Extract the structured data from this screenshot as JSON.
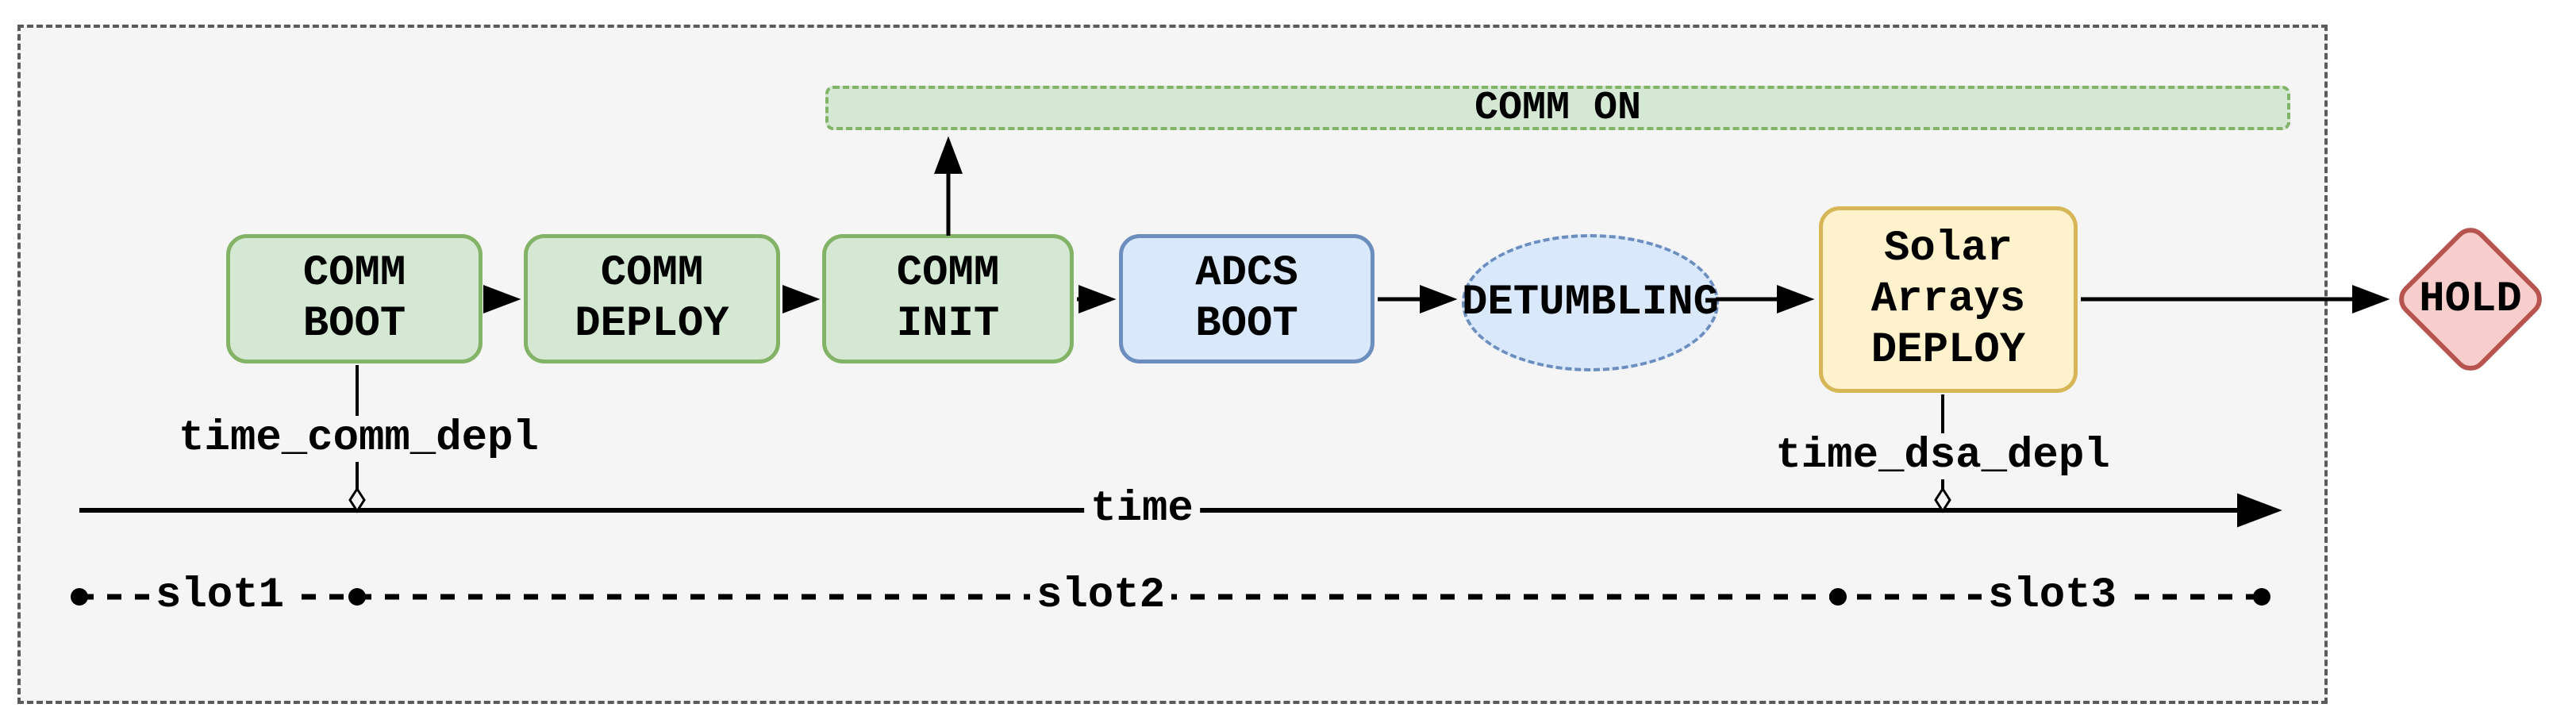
{
  "diagram_title": "satellite boot sequence state diagram",
  "comm_on_bar": {
    "label": "COMM ON"
  },
  "states": {
    "comm_boot": {
      "line1": "COMM",
      "line2": "BOOT"
    },
    "comm_deploy": {
      "line1": "COMM",
      "line2": "DEPLOY"
    },
    "comm_init": {
      "line1": "COMM",
      "line2": "INIT"
    },
    "adcs_boot": {
      "line1": "ADCS",
      "line2": "BOOT"
    },
    "detumbling": {
      "label": "DETUMBLING"
    },
    "solar_arrays_deploy": {
      "line1": "Solar",
      "line2": "Arrays",
      "line3": "DEPLOY"
    },
    "hold": {
      "label": "HOLD"
    }
  },
  "timeline": {
    "axis_label": "time",
    "marker1_label": "time_comm_depl",
    "marker2_label": "time_dsa_depl"
  },
  "slots": {
    "slot1_label": "slot1",
    "slot2_label": "slot2",
    "slot3_label": "slot3"
  },
  "colors": {
    "green_fill": "#d5e8d4",
    "green_stroke": "#82b366",
    "blue_fill": "#dae8fc",
    "blue_stroke": "#6c8ebf",
    "yellow_fill": "#fff2cc",
    "yellow_stroke": "#d6b656",
    "red_fill": "#f8cecc",
    "red_stroke": "#b85450",
    "container_fill": "#f5f5f5",
    "container_stroke": "#5b5b5b",
    "line_color": "#000000"
  }
}
